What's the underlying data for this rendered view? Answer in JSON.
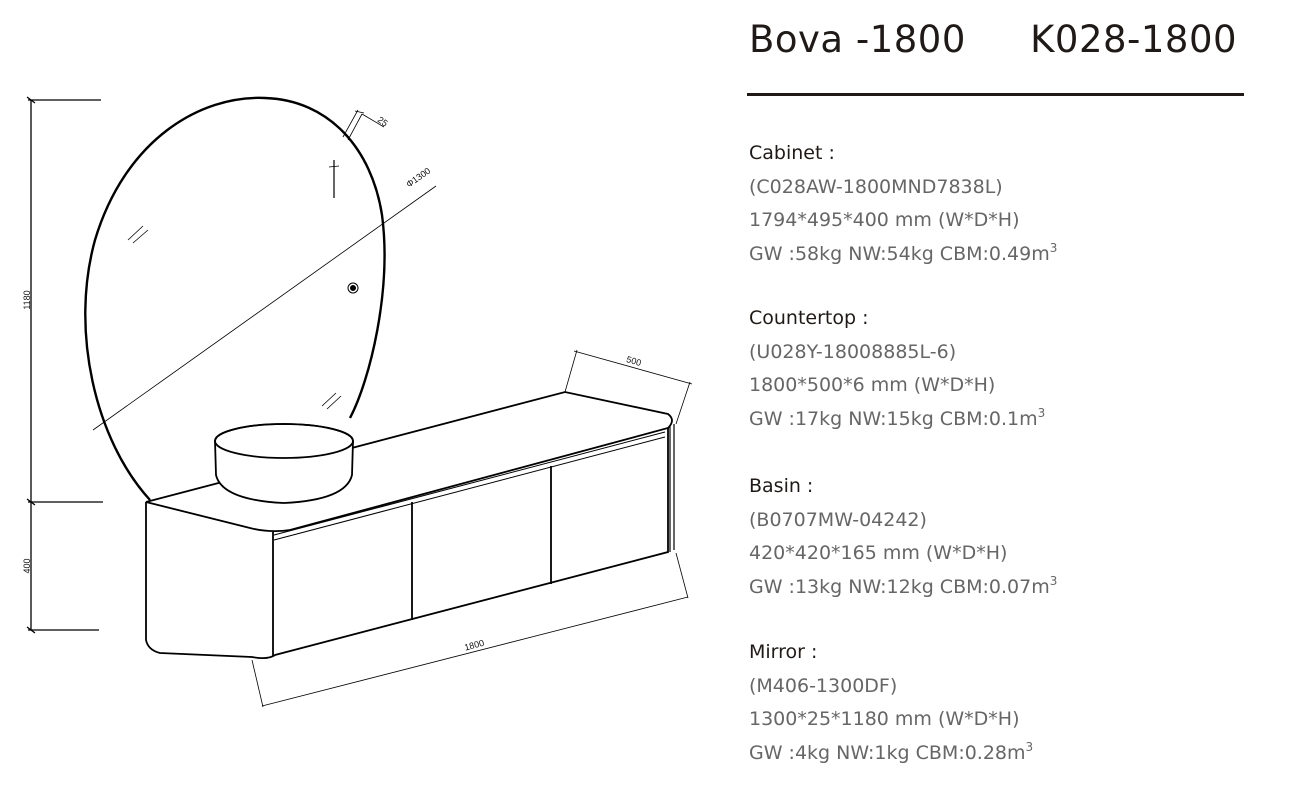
{
  "header": {
    "product_name": "Bova -1800",
    "product_code": "K028-1800"
  },
  "drawing": {
    "dimensions": {
      "mirror_height": "1180",
      "cabinet_height": "400",
      "mirror_depth": "25",
      "mirror_diameter": "Φ1300",
      "countertop_depth": "500",
      "cabinet_width": "1800"
    }
  },
  "specs": [
    {
      "heading": "Cabinet :",
      "model": "(C028AW-1800MND7838L)",
      "size": "1794*495*400 mm (W*D*H)",
      "weights": "GW :58kg  NW:54kg  CBM:0.49m",
      "cbm_unit_sup": "3"
    },
    {
      "heading": "Countertop :",
      "model": "(U028Y-18008885L-6)",
      "size": "1800*500*6 mm (W*D*H)",
      "weights": "GW :17kg  NW:15kg  CBM:0.1m",
      "cbm_unit_sup": "3"
    },
    {
      "heading": "Basin :",
      "model": "(B0707MW-04242)",
      "size": "420*420*165 mm (W*D*H)",
      "weights": "GW :13kg  NW:12kg  CBM:0.07m",
      "cbm_unit_sup": "3"
    },
    {
      "heading": "Mirror :",
      "model": "(M406-1300DF)",
      "size": "1300*25*1180 mm (W*D*H)",
      "weights": "GW :4kg  NW:1kg  CBM:0.28m",
      "cbm_unit_sup": "3"
    }
  ]
}
